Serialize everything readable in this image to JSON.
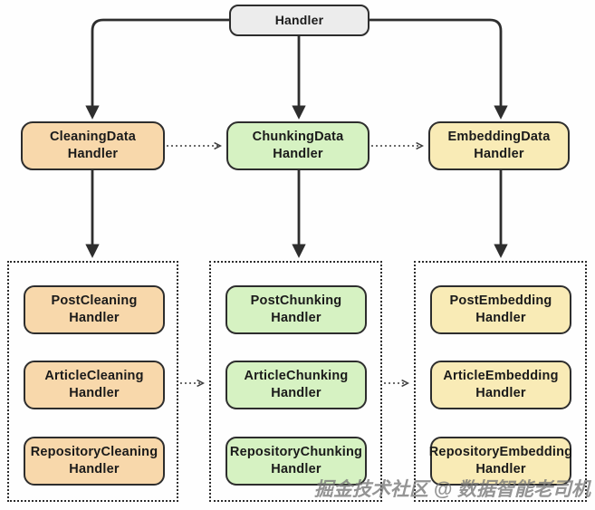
{
  "diagram": {
    "title_node": {
      "label": "Handler",
      "fill": "#ececec"
    },
    "level2": [
      {
        "label": "CleaningData\nHandler",
        "fill": "#f8d8ab"
      },
      {
        "label": "ChunkingData\nHandler",
        "fill": "#d6f2c2"
      },
      {
        "label": "EmbeddingData\nHandler",
        "fill": "#f9ebb6"
      }
    ],
    "groups": [
      {
        "name": "cleaning-handlers",
        "fill": "#f8d8ab",
        "items": [
          {
            "label": "PostCleaning\nHandler"
          },
          {
            "label": "ArticleCleaning\nHandler"
          },
          {
            "label": "RepositoryCleaning\nHandler"
          }
        ]
      },
      {
        "name": "chunking-handlers",
        "fill": "#d6f2c2",
        "items": [
          {
            "label": "PostChunking\nHandler"
          },
          {
            "label": "ArticleChunking\nHandler"
          },
          {
            "label": "RepositoryChunking\nHandler"
          }
        ]
      },
      {
        "name": "embedding-handlers",
        "fill": "#f9ebb6",
        "items": [
          {
            "label": "PostEmbedding\nHandler"
          },
          {
            "label": "ArticleEmbedding\nHandler"
          },
          {
            "label": "RepositoryEmbedding\nHandler"
          }
        ]
      }
    ],
    "colors": {
      "line_solid": "#2e2e2e",
      "line_dotted": "#3a3a3a",
      "node_border": "#2d2d2d"
    },
    "watermark": "掘金技术社区 @ 数据智能老司机"
  }
}
